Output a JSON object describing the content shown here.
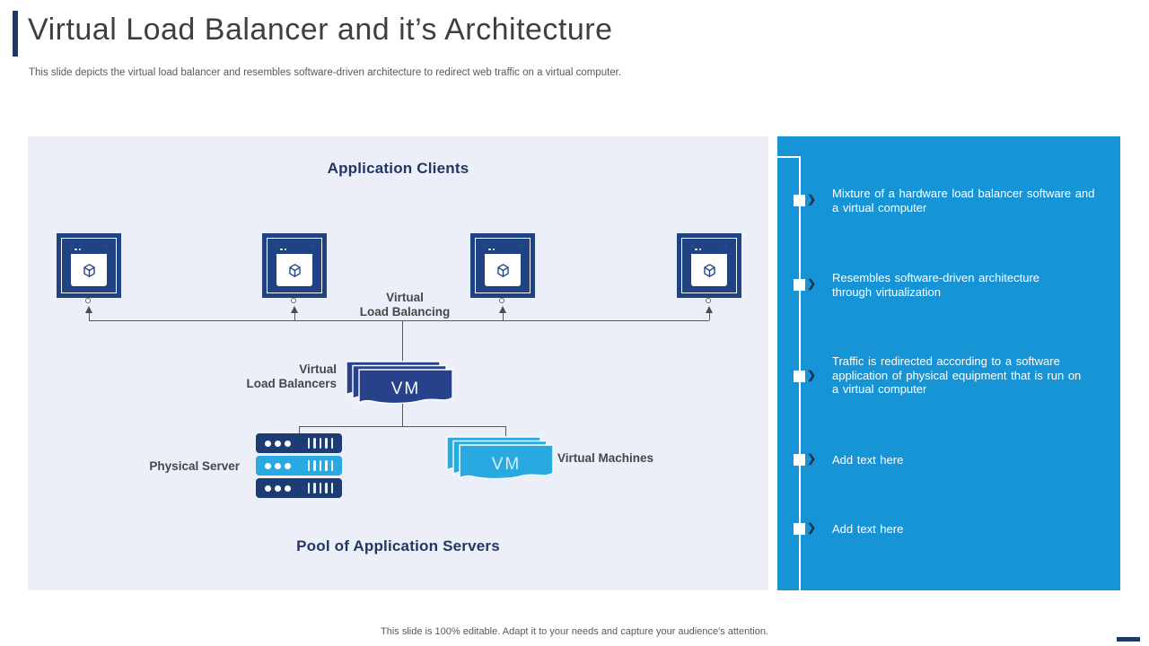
{
  "slide": {
    "title": "Virtual Load Balancer and it’s Architecture",
    "subtitle": "This slide depicts the virtual load balancer and resembles software-driven architecture to redirect web traffic on a virtual computer.",
    "footer": "This slide is 100% editable. Adapt it to your needs and capture your audience's attention."
  },
  "colors": {
    "heading_navy": "#1F3864",
    "shape_navy": "#204383",
    "vm_navy": "#27418B",
    "server_navy": "#1E3C74",
    "cyan": "#29A9E1",
    "panel_blue": "#1694D6",
    "diagram_bg": "#ECEFF8",
    "label_gray": "#474747"
  },
  "diagram": {
    "clients_title": "Application Clients",
    "virtual_load_balancing_label": "Virtual\nLoad Balancing",
    "virtual_load_balancers_label": "Virtual\nLoad Balancers",
    "physical_server_label": "Physical  Server",
    "virtual_machines_label": "Virtual Machines",
    "pool_title": "Pool of Application Servers",
    "vm_text": "VM"
  },
  "panel": {
    "bullets": [
      {
        "text": "Mixture of a hardware  load balancer software  and\na virtual  computer"
      },
      {
        "text": "Resembles  software-driven  architecture\nthrough virtualization"
      },
      {
        "text": "Traffic  is redirected  according to a software\napplication  of physical equipment  that is run  on\na virtual  computer"
      },
      {
        "text": "Add text here"
      },
      {
        "text": "Add text here"
      }
    ]
  }
}
